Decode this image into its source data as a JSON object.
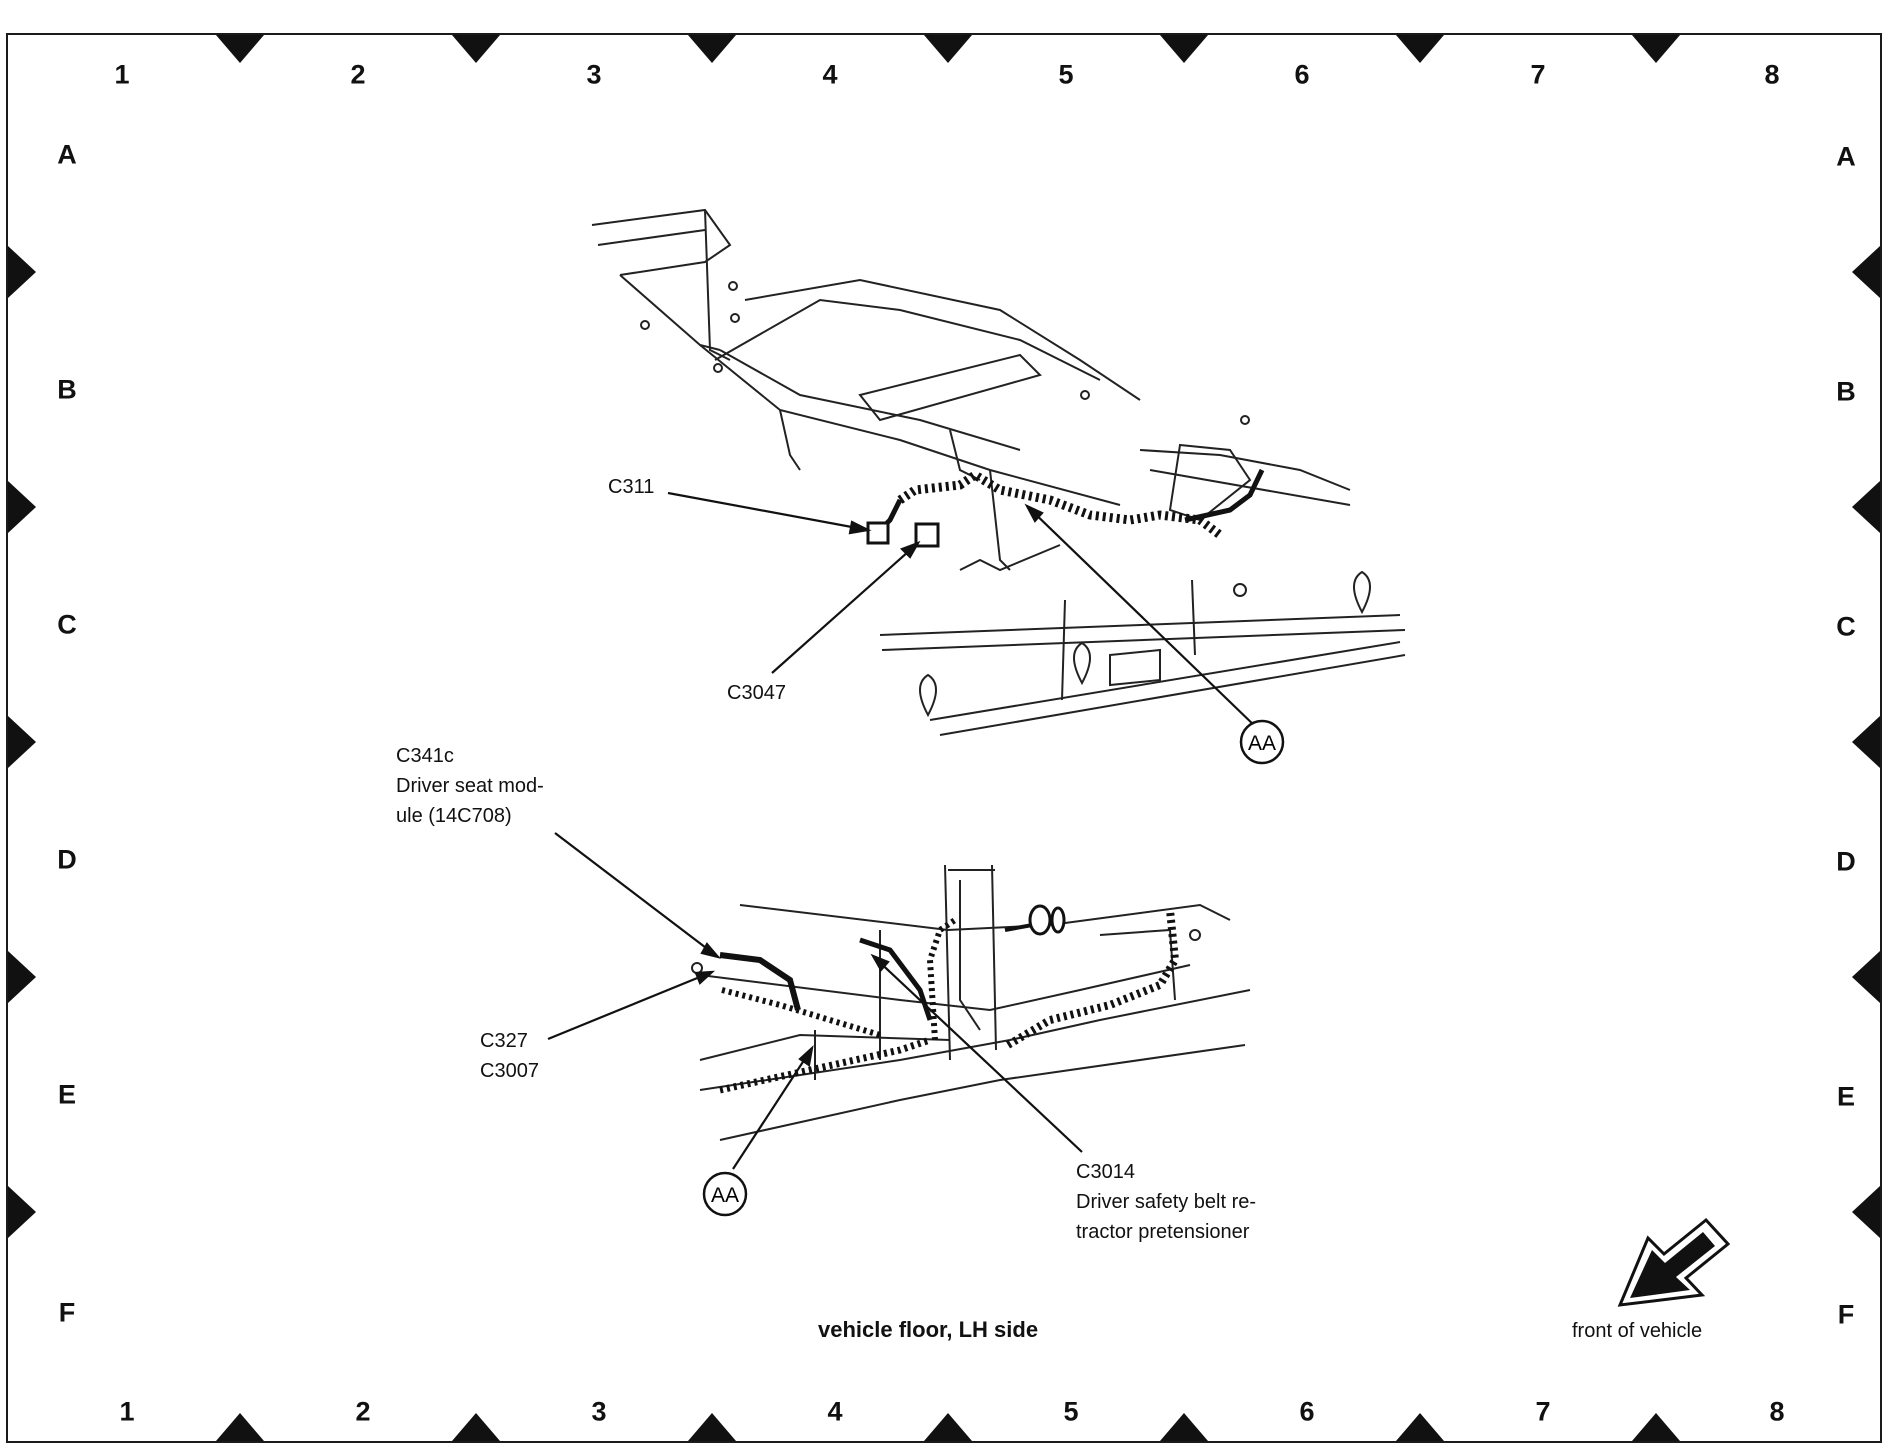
{
  "grid": {
    "columns": [
      "1",
      "2",
      "3",
      "4",
      "5",
      "6",
      "7",
      "8"
    ],
    "rows": [
      "A",
      "B",
      "C",
      "D",
      "E",
      "F"
    ]
  },
  "callouts": {
    "c311": "C311",
    "c3047": "C3047",
    "c341c": [
      "C341c",
      "Driver seat mod-",
      "ule (14C708)"
    ],
    "c327": [
      "C327",
      "C3007"
    ],
    "c3014": [
      "C3014",
      "Driver safety belt re-",
      "tractor pretensioner"
    ],
    "aa_top": "AA",
    "aa_bottom": "AA"
  },
  "caption": "vehicle floor, LH side",
  "front_label": "front of vehicle"
}
